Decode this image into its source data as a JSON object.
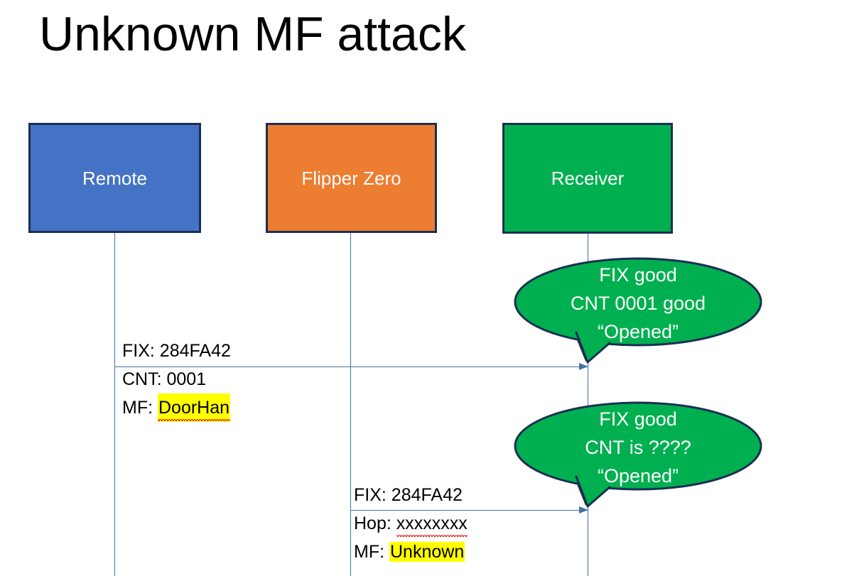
{
  "slide": {
    "title": "Unknown MF attack",
    "background": "#ffffff"
  },
  "colors": {
    "remote_box": "#4472C4",
    "flipper_box": "#ED7D31",
    "receiver_box": "#00B050",
    "bubble_fill": "#00B050",
    "box_border": "#1B2F52",
    "line": "#4472A8",
    "highlight": "#FFFF00",
    "text_dark": "#000000",
    "text_light": "#FFFFFF"
  },
  "actors": [
    {
      "id": "remote",
      "label": "Remote"
    },
    {
      "id": "flipper",
      "label": "Flipper Zero"
    },
    {
      "id": "receiver",
      "label": "Receiver"
    }
  ],
  "messages": [
    {
      "id": "msg-1",
      "from": "remote",
      "to": "receiver",
      "lines": [
        {
          "label": "FIX: ",
          "value": "284FA42",
          "highlight": false,
          "squiggle": false
        },
        {
          "label": "CNT: ",
          "value": "0001",
          "highlight": false,
          "squiggle": false
        },
        {
          "label": "MF: ",
          "value": "DoorHan",
          "highlight": true,
          "squiggle": true
        }
      ]
    },
    {
      "id": "msg-2",
      "from": "flipper",
      "to": "receiver",
      "lines": [
        {
          "label": "FIX: ",
          "value": "284FA42",
          "highlight": false,
          "squiggle": false
        },
        {
          "label": "Hop: ",
          "value": "xxxxxxxx",
          "highlight": false,
          "squiggle": true
        },
        {
          "label": "MF: ",
          "value": "Unknown",
          "highlight": true,
          "squiggle": false
        }
      ]
    }
  ],
  "bubbles": [
    {
      "id": "bubble-1",
      "target": "msg-1",
      "lines": [
        "FIX good",
        "CNT 0001 good",
        "“Opened”"
      ]
    },
    {
      "id": "bubble-2",
      "target": "msg-2",
      "lines": [
        "FIX good",
        "CNT is ????",
        "“Opened”"
      ]
    }
  ]
}
